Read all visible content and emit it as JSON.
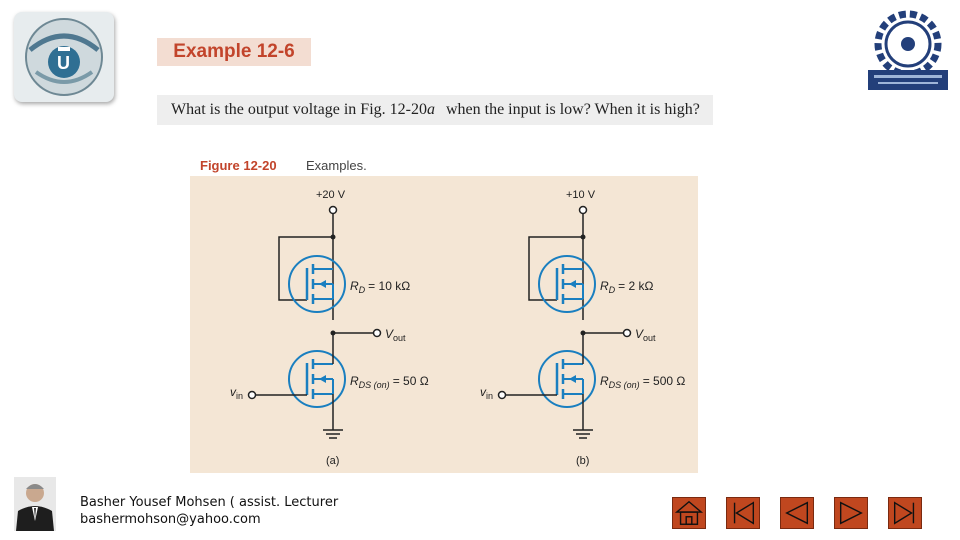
{
  "slide": {
    "title": "Example 12-6",
    "question_prefix": "What is the output voltage in Fig. 12-20",
    "question_italic": "a",
    "question_suffix": " when the input is low? When it is high?"
  },
  "figure": {
    "number": "Figure 12-20",
    "caption": "Examples.",
    "circuit_a": {
      "supply": "+20 V",
      "rd_label": "R",
      "rd_sub": "D",
      "rd_value": "= 10 kΩ",
      "rds_label": "R",
      "rds_sub": "DS (on)",
      "rds_value": "= 50 Ω",
      "vout": "V",
      "vout_sub": "out",
      "vin": "v",
      "vin_sub": "in",
      "tag": "(a)"
    },
    "circuit_b": {
      "supply": "+10 V",
      "rd_label": "R",
      "rd_sub": "D",
      "rd_value": "= 2 kΩ",
      "rds_label": "R",
      "rds_sub": "DS (on)",
      "rds_value": "= 500 Ω",
      "vout": "V",
      "vout_sub": "out",
      "vin": "v",
      "vin_sub": "in",
      "tag": "(b)"
    }
  },
  "footer": {
    "name": "Basher Yousef Mohsen ( assist. Lecturer",
    "email": "bashermohson@yahoo.com"
  },
  "nav": {
    "color": "#c0471f",
    "buttons": [
      "home-icon",
      "first-icon",
      "previous-icon",
      "next-icon",
      "last-icon"
    ]
  }
}
